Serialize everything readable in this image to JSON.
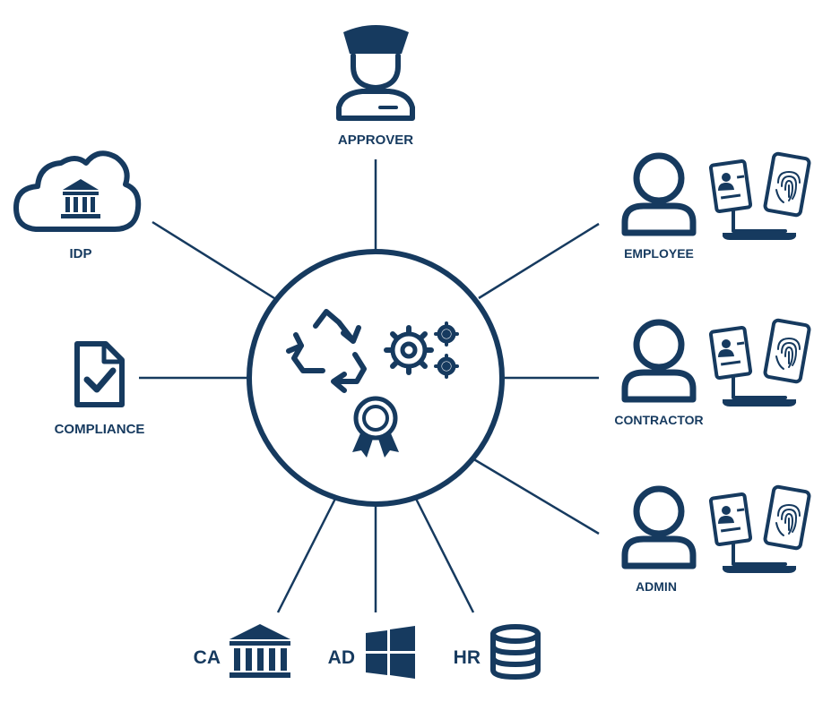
{
  "colors": {
    "primary": "#163a5f",
    "background": "#ffffff"
  },
  "hub": {
    "icons": [
      "recycle-icon",
      "gears-icon",
      "award-ribbon-icon"
    ]
  },
  "nodes": {
    "approver": {
      "label": "APPROVER",
      "icon": "officer-icon"
    },
    "idp": {
      "label": "IDP",
      "icon": "cloud-bank-icon"
    },
    "compliance": {
      "label": "COMPLIANCE",
      "icon": "document-check-icon"
    },
    "employee": {
      "label": "EMPLOYEE",
      "icon": "user-icon",
      "devices": [
        "id-card-icon",
        "laptop-icon",
        "phone-fingerprint-icon"
      ]
    },
    "contractor": {
      "label": "CONTRACTOR",
      "icon": "user-icon",
      "devices": [
        "id-card-icon",
        "laptop-icon",
        "phone-fingerprint-icon"
      ]
    },
    "admin": {
      "label": "ADMIN",
      "icon": "user-icon",
      "devices": [
        "id-card-icon",
        "laptop-icon",
        "phone-fingerprint-icon"
      ]
    },
    "ca": {
      "label": "CA",
      "icon": "bank-icon"
    },
    "ad": {
      "label": "AD",
      "icon": "windows-icon"
    },
    "hr": {
      "label": "HR",
      "icon": "database-icon"
    }
  }
}
